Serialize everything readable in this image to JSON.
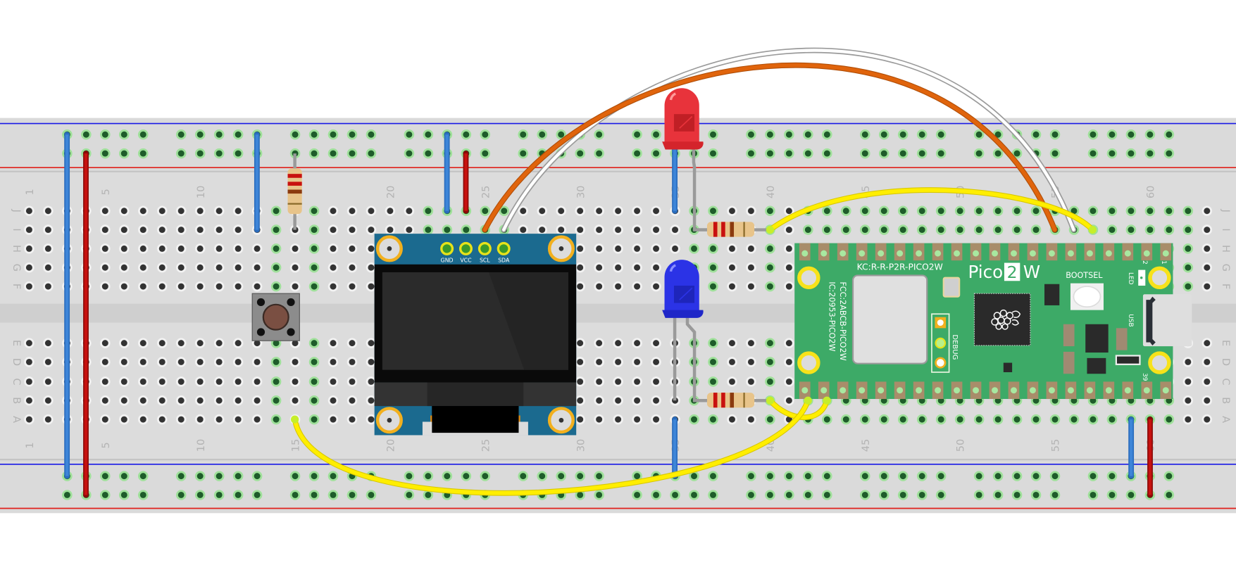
{
  "title": "Breadcroard circuit: Raspberry Pi Pico 2 W with OLED, LEDs and push button",
  "breadboard": {
    "columns": 63,
    "column_number_labels": [
      "1",
      "5",
      "10",
      "15",
      "20",
      "25",
      "30",
      "35",
      "40",
      "45",
      "50",
      "55",
      "60"
    ],
    "row_labels_top": [
      "J",
      "I",
      "H",
      "G",
      "F"
    ],
    "row_labels_bottom": [
      "E",
      "D",
      "C",
      "B",
      "A"
    ],
    "colors": {
      "board": "#dcdcdc",
      "rail_plus": "#e0201b",
      "rail_minus": "#1a1ae6",
      "hole": "#333333",
      "hole_active": "#1e5c2a"
    }
  },
  "oled": {
    "name": "SSD1306 OLED display",
    "pins": [
      "GND",
      "VCC",
      "SCL",
      "SDA"
    ],
    "colors": {
      "pcb": "#1b6a8f",
      "ring": "#f2b01e",
      "screen": "#2b2b2b"
    }
  },
  "pico": {
    "name_prefix": "Pico",
    "name_badge": "2",
    "name_suffix": "W",
    "kc_label": "KC:R-R-P2R-PICO2W",
    "fcc_label": "FCC:2ABCB-PICO2W",
    "ic_label": "IC:20953-PICO2W",
    "bootsel_label": "BOOTSEL",
    "led_label": "LED",
    "usb_label": "USB",
    "debug_label": "DEBUG",
    "pin_labels": [
      "1",
      "2",
      "39"
    ],
    "colors": {
      "pcb": "#3daa67",
      "mount": "#f7e21a"
    }
  },
  "components": {
    "led_red": {
      "name": "Red LED",
      "color": "#e8333b"
    },
    "led_blue": {
      "name": "Blue LED",
      "color": "#2b33e6"
    },
    "button": {
      "name": "Tactile push button"
    },
    "resistors": [
      "Pull resistor",
      "Red LED resistor",
      "Blue LED resistor"
    ]
  },
  "wires": {
    "colors": {
      "blue": "#3d85d8",
      "red": "#c8110f",
      "orange": "#e0640c",
      "white": "#ffffff",
      "yellow": "#ffee00",
      "grey_leg": "#9a9a9a"
    }
  }
}
